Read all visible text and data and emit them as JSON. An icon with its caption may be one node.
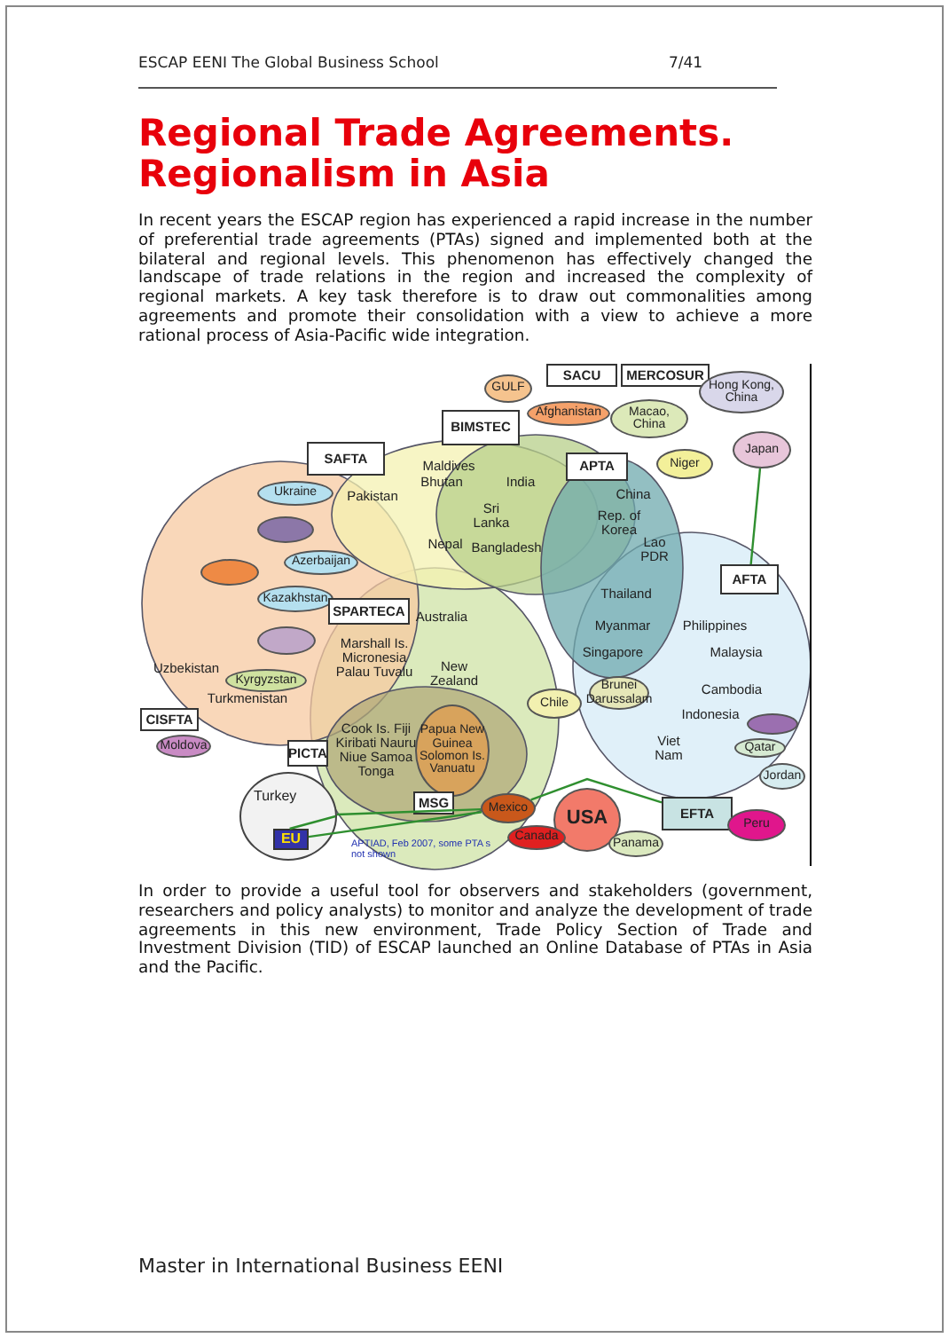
{
  "diagram": {
    "title": "Regional Trade Agreements. Regionalism in Asia",
    "nodes": [
      {
        "text": [
          "GULF"
        ]
      },
      {
        "text": [
          "SACU"
        ]
      },
      {
        "text": [
          "MERCOSUR"
        ]
      },
      {
        "text": [
          "Hong Kong, China"
        ]
      },
      {
        "text": [
          "Afghanistan"
        ]
      },
      {
        "text": [
          "Macao, China"
        ]
      },
      {
        "text": [
          "BIMSTEC"
        ]
      },
      {
        "text": [
          "Japan"
        ]
      },
      {
        "text": [
          "SAFTA"
        ]
      },
      {
        "text": [
          "APTA"
        ]
      },
      {
        "text": [
          "Niger"
        ]
      },
      {
        "text": [
          "Ukraine"
        ]
      },
      {
        "text": [],
        "shape": "circle"
      },
      {
        "text": [
          "Azerbaijan"
        ]
      },
      {
        "text": [],
        "shape": "circle"
      },
      {
        "text": [
          "Kazakhstan"
        ]
      },
      {
        "text": [
          "AFTA"
        ]
      },
      {
        "text": [
          "SPARTECA"
        ]
      },
      {
        "text": [],
        "shape": "circle"
      },
      {
        "text": [
          "Kyrgyzstan"
        ]
      },
      {
        "text": [
          "CISFTA"
        ]
      },
      {
        "text": [
          "Moldova"
        ]
      },
      {
        "text": [
          "Chile"
        ]
      },
      {
        "text": [
          "Brunei Darussalam"
        ]
      },
      {
        "text": [
          "Papua New Guinea Solomon Is. Vanuatu"
        ]
      },
      {
        "text": [
          "PICTA"
        ]
      },
      {
        "text": [],
        "shape": "circle"
      },
      {
        "text": [
          "Qatar"
        ]
      },
      {
        "text": [
          "Jordan"
        ]
      },
      {
        "text": [
          "Turkey"
        ]
      },
      {
        "text": [
          "EU"
        ],
        "in": 29
      },
      {
        "text": [
          "MSG"
        ]
      },
      {
        "text": [
          "Mexico"
        ]
      },
      {
        "text": [
          "USA"
        ]
      },
      {
        "text": [
          "EFTA"
        ]
      },
      {
        "text": [
          "Canada"
        ]
      },
      {
        "text": [
          "Panama"
        ]
      },
      {
        "text": [
          "Peru"
        ]
      }
    ],
    "edges": [
      {
        "from": 29,
        "to": 30,
        "arrow": "none"
      },
      {
        "from": 29,
        "to": 32,
        "arrow": "none"
      },
      {
        "from": 30,
        "to": 32,
        "arrow": "none"
      },
      {
        "from": 32,
        "to": 34,
        "arrow": "none"
      },
      {
        "from": 7,
        "to": 16,
        "arrow": "none"
      }
    ],
    "labels": [
      "ESCAP EENI The Global Business School",
      "7/41",
      "In recent years the ESCAP region has experienced a rapid increase in the number of preferential trade agreements (PTAs) signed and implemented both at the bilateral and regional levels. This phenomenon has effectively changed the landscape of trade relations in the region and increased the complexity of regional markets. A key task therefore is to draw out commonalities among agreements and promote their consolidation with a view to achieve a more rational process of Asia-Pacific wide integration.",
      "Maldives",
      "Bhutan",
      "India",
      "Pakistan",
      "Sri Lanka",
      "Nepal",
      "Bangladesh",
      "China",
      "Rep. of Korea",
      "Lao PDR",
      "Thailand",
      "Myanmar",
      "Philippines",
      "Singapore",
      "Malaysia",
      "Australia",
      "Marshall Is. Micronesia Palau Tuvalu",
      "New Zealand",
      "Uzbekistan",
      "Turkmenistan",
      "Cambodia",
      "Indonesia",
      "Viet Nam",
      "Cook Is. Fiji Kiribati Nauru Niue Samoa Tonga",
      "APTIAD, Feb 2007, some PTA s not shown",
      "In order to provide a useful tool for observers and stakeholders (government, researchers and policy analysts) to monitor and analyze the development of trade agreements in this new environment, Trade Policy Section of Trade and Investment Division (TID) of ESCAP launched an Online Database of PTAs in Asia and the Pacific.",
      "Master in International Business EENI"
    ]
  }
}
